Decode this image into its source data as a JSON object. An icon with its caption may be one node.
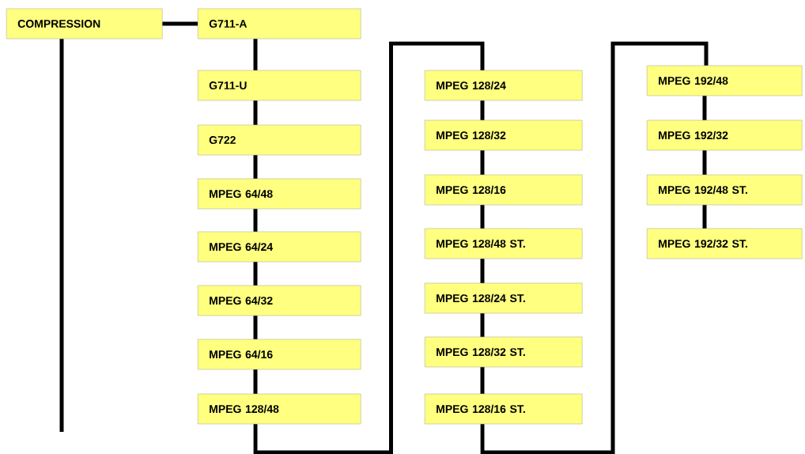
{
  "diagram": {
    "nodes": [
      {
        "text": [
          "COMPRESSION"
        ]
      },
      {
        "text": [
          "G711-A"
        ]
      },
      {
        "text": [
          "G711-U"
        ]
      },
      {
        "text": [
          "G722"
        ]
      },
      {
        "text": [
          "MPEG 64/48"
        ]
      },
      {
        "text": [
          "MPEG 64/24"
        ]
      },
      {
        "text": [
          "MPEG 64/32"
        ]
      },
      {
        "text": [
          "MPEG 64/16"
        ]
      },
      {
        "text": [
          "MPEG 128/48"
        ]
      },
      {
        "text": [
          "MPEG 128/24"
        ]
      },
      {
        "text": [
          "MPEG 128/32"
        ]
      },
      {
        "text": [
          "MPEG 128/16"
        ]
      },
      {
        "text": [
          "MPEG 128/48 ST."
        ]
      },
      {
        "text": [
          "MPEG 128/24 ST."
        ]
      },
      {
        "text": [
          "MPEG 128/32 ST."
        ]
      },
      {
        "text": [
          "MPEG 128/16 ST."
        ]
      },
      {
        "text": [
          "MPEG 192/48"
        ]
      },
      {
        "text": [
          "MPEG 192/32"
        ]
      },
      {
        "text": [
          "MPEG 192/48 ST."
        ]
      },
      {
        "text": [
          "MPEG 192/32 ST."
        ]
      }
    ],
    "edges": [
      {
        "from": 0,
        "to": 1,
        "arrow": "none"
      },
      {
        "from": 0,
        "to": null,
        "arrow": "none"
      },
      {
        "from": 1,
        "to": 2,
        "arrow": "none"
      },
      {
        "from": 2,
        "to": 3,
        "arrow": "none"
      },
      {
        "from": 3,
        "to": 4,
        "arrow": "none"
      },
      {
        "from": 4,
        "to": 5,
        "arrow": "none"
      },
      {
        "from": 5,
        "to": 6,
        "arrow": "none"
      },
      {
        "from": 6,
        "to": 7,
        "arrow": "none"
      },
      {
        "from": 7,
        "to": 8,
        "arrow": "none"
      },
      {
        "from": 8,
        "to": 9,
        "arrow": "none"
      },
      {
        "from": 9,
        "to": 10,
        "arrow": "none"
      },
      {
        "from": 10,
        "to": 11,
        "arrow": "none"
      },
      {
        "from": 11,
        "to": 12,
        "arrow": "none"
      },
      {
        "from": 12,
        "to": 13,
        "arrow": "none"
      },
      {
        "from": 13,
        "to": 14,
        "arrow": "none"
      },
      {
        "from": 14,
        "to": 15,
        "arrow": "none"
      },
      {
        "from": 15,
        "to": 16,
        "arrow": "none"
      },
      {
        "from": 16,
        "to": 17,
        "arrow": "none"
      },
      {
        "from": 17,
        "to": 18,
        "arrow": "none"
      },
      {
        "from": 18,
        "to": 19,
        "arrow": "none"
      }
    ]
  }
}
